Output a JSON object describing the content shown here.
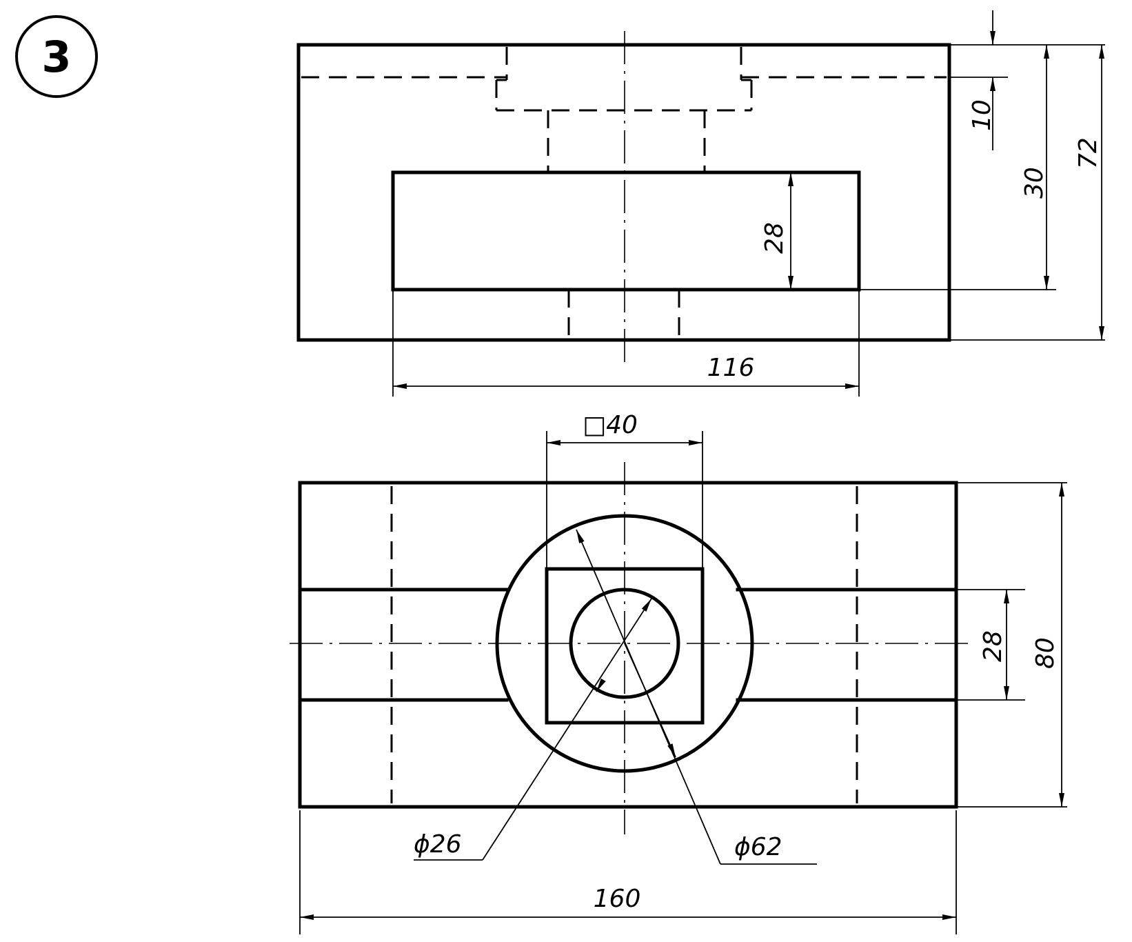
{
  "figure": {
    "number": "3",
    "dimensions": {
      "d10": "10",
      "d30": "30",
      "d72": "72",
      "d28_front": "28",
      "d116": "116",
      "square40": "□40",
      "d28_top": "28",
      "d80": "80",
      "phi26": "ϕ26",
      "phi62": "ϕ62",
      "d160": "160"
    }
  }
}
